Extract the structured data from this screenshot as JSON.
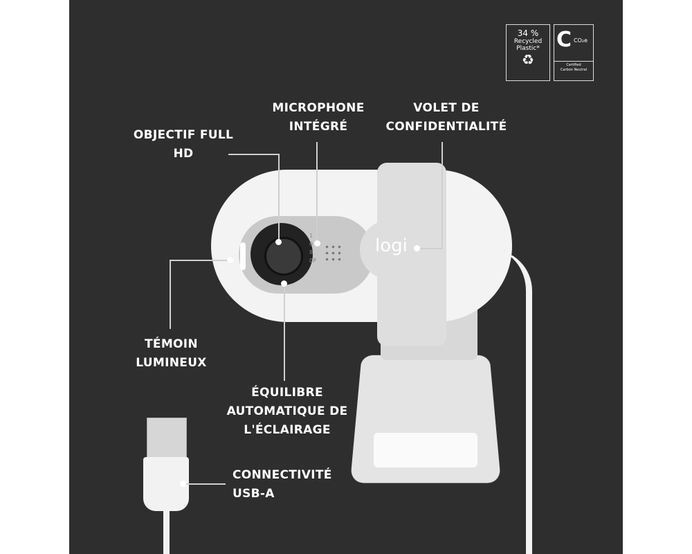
{
  "badges": {
    "recycled": {
      "percent": "34 %",
      "line1": "Recycled",
      "line2": "Plastic*",
      "icon": "recycle-icon"
    },
    "carbon": {
      "co2": "CO₂e",
      "line1": "Certified",
      "line2": "Carbon Neutral",
      "icon": "carbon-c-icon"
    }
  },
  "brand": {
    "logo_text": "logi"
  },
  "camera": {
    "resolution_print": "1080P"
  },
  "labels": {
    "lens": "OBJECTIF FULL HD",
    "mic": "MICROPHONE INTÉGRÉ",
    "shutter": "VOLET DE CONFIDENTIALITÉ",
    "indicator": "TÉMOIN LUMINEUX",
    "light": "ÉQUILIBRE AUTOMATIQUE DE L'ÉCLAIRAGE",
    "usb": "CONNECTIVITÉ USB-A"
  },
  "colors": {
    "background": "#2e2e2e",
    "product": "#f2f2f2",
    "text": "#ffffff"
  }
}
